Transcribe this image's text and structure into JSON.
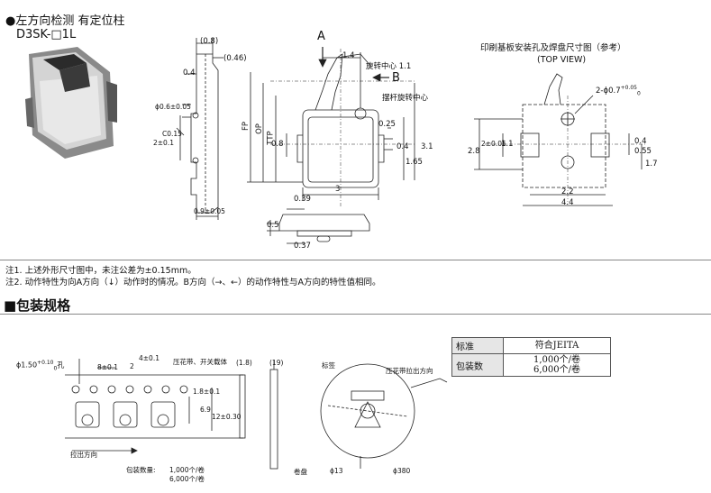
{
  "header": {
    "title": "●左方向检测 有定位柱",
    "model": "D3SK-□1L"
  },
  "main_drawing": {
    "dims": {
      "d08": "(0.8)",
      "d046": "(0.46)",
      "d04": "0.4",
      "d06": "ϕ0.6±0.05",
      "c015": "C0.15",
      "d2": "2±0.1",
      "d09": "0.9±0.05",
      "fp": "FP",
      "op": "OP",
      "ttp": "TTP",
      "d08b": "0.8",
      "d3": "3",
      "d025": "0.25",
      "d04b": "0.4",
      "d31": "3.1",
      "d165": "1.65",
      "d14": "1.4",
      "d11": "1.1",
      "d039": "0.39",
      "d05": "0.5",
      "d037": "0.37"
    },
    "labels": {
      "a": "A",
      "b": "B",
      "rot_center": "旋转中心",
      "lever_center": "摆杆旋转中心"
    }
  },
  "pcb": {
    "title": "印刷基板安装孔及焊盘尺寸图（参考）",
    "subtitle": "(TOP VIEW)",
    "dims": {
      "hole": "2-ϕ0.7",
      "hole_tol_up": "+0.05",
      "hole_tol_dn": "0",
      "d2": "2±0.05",
      "d11": "1.1",
      "d28": "2.8",
      "d04": "0.4",
      "d055": "0.55",
      "d17": "1.7",
      "d22": "2.2",
      "d44": "4.4"
    }
  },
  "notes": [
    "注1. 上述外形尺寸图中，未注公差为±0.15mm。",
    "注2. 动作特性为向A方向（↓）动作时的情况。B方向（→、←）的动作特性与A方向的特性值相同。"
  ],
  "packaging": {
    "title": "■包装规格",
    "tape": {
      "hole": "ϕ1.50",
      "hole_tol_up": "+0.10",
      "hole_tol_dn": "0",
      "hole_suffix": "孔",
      "d8": "8±0.1",
      "d4": "4±0.1",
      "d2": "2",
      "emboss": "压花带、开关载体",
      "d18": "1.8±0.1",
      "d69": "6.9",
      "d12": "12±0.30",
      "d18p": "(1.8)",
      "d19p": "(19)",
      "direction": "拉出方向",
      "qty_label": "包装数量:",
      "qty1": "1,000个/卷",
      "qty2": "6,000个/卷"
    },
    "reel": {
      "label": "标签",
      "tape": "压花带拉出方向",
      "reel": "卷盘",
      "d13": "ϕ13",
      "d380": "ϕ380"
    },
    "table": {
      "row1": {
        "key": "标准",
        "value": "符合JEITA"
      },
      "row2": {
        "key": "包装数",
        "value1": "1,000个/卷",
        "value2": "6,000个/卷"
      }
    }
  },
  "colors": {
    "line": "#222222",
    "table_header": "#e6e6e6",
    "photo_dark": "#2b2b2b",
    "photo_mid": "#8a8a8a",
    "photo_light": "#d4d4d4"
  }
}
